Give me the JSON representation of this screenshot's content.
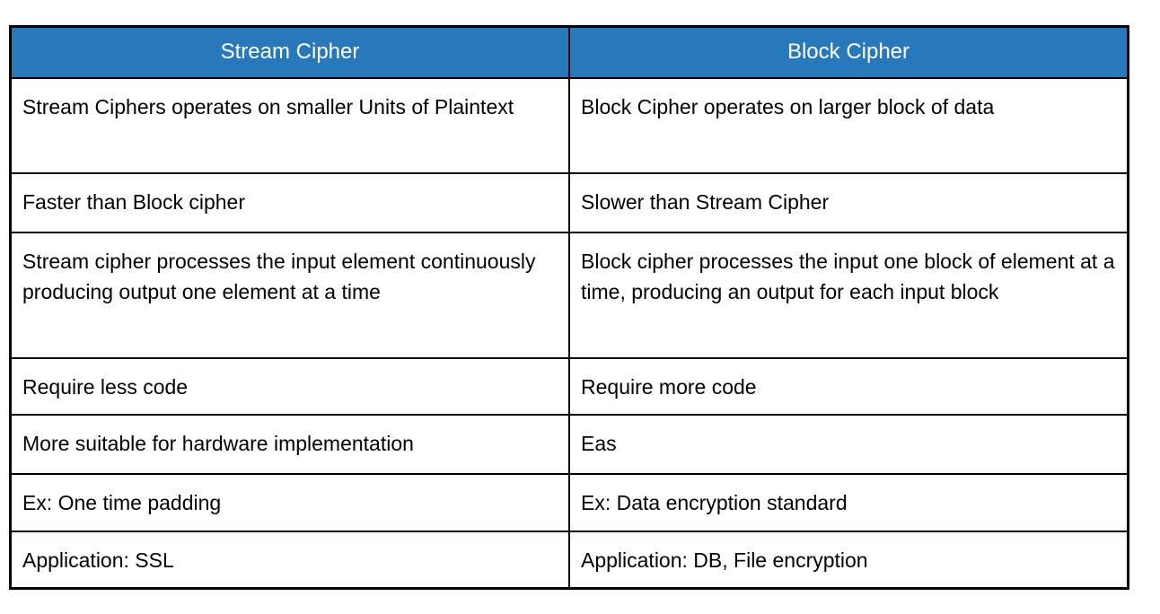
{
  "title": "Stream Cipher vs Block Cipher comparison table",
  "colors": {
    "header_bg": "#2878BC",
    "header_text": "#FFFFFF",
    "border": "#000000",
    "body_text": "#000000",
    "page_bg": "#FFFFFF"
  },
  "table": {
    "headers": [
      "Stream Cipher",
      "Block Cipher"
    ],
    "rows": [
      {
        "stream": "Stream Ciphers operates on smaller Units of Plaintext",
        "block": "Block Cipher operates on larger block of data"
      },
      {
        "stream": "Faster than Block cipher",
        "block": "Slower than Stream Cipher"
      },
      {
        "stream": "Stream cipher processes the input element continuously producing output one element at a time",
        "block": "Block cipher processes the input one block of element at a time, producing an output for each input block"
      },
      {
        "stream": "Require less code",
        "block": "Require more code"
      },
      {
        "stream": "More suitable for hardware implementation",
        "block": "Eas"
      },
      {
        "stream": "Ex: One time padding",
        "block": "Ex: Data encryption standard"
      },
      {
        "stream": "Application: SSL",
        "block": "Application: DB, File encryption"
      }
    ]
  }
}
